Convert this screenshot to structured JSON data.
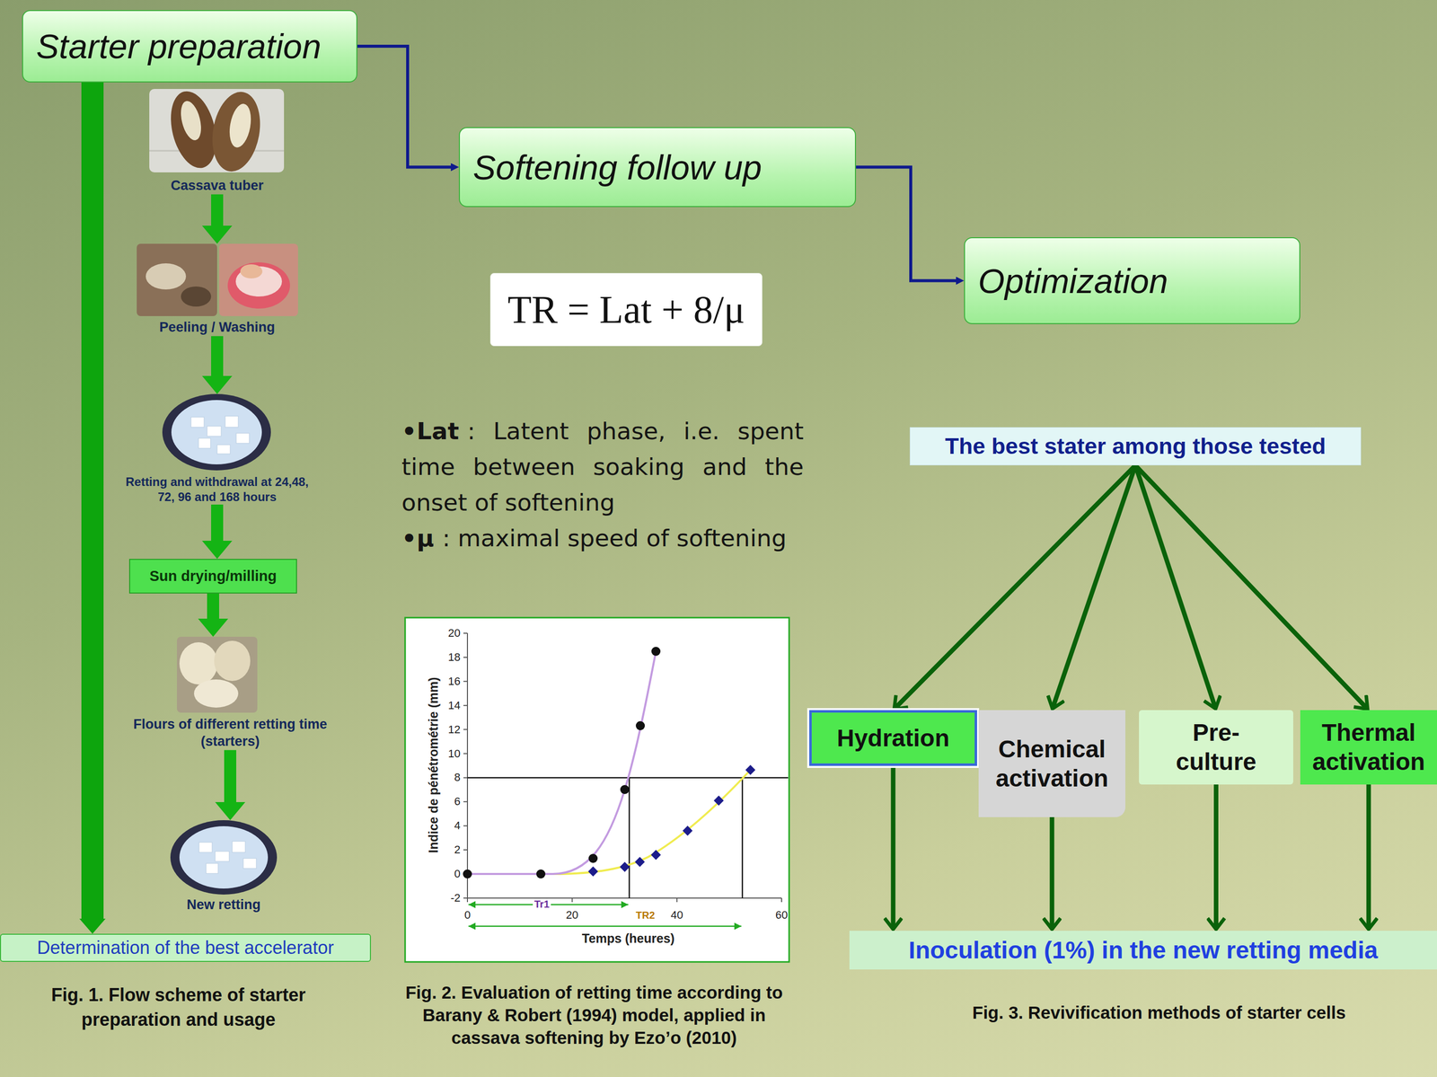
{
  "diagram": {
    "nodes": [
      {
        "text": [
          "Starter preparation"
        ]
      },
      {
        "text": [
          "Softening follow up"
        ]
      },
      {
        "text": [
          "Optimization"
        ]
      },
      {
        "text": [
          "TR = Lat + 8/μ"
        ]
      },
      {
        "text": [
          "Cassava tuber"
        ]
      },
      {
        "text": [
          "Peeling / Washing"
        ]
      },
      {
        "text": [
          "Retting and withdrawal at 24,48, 72, 96 and 168 hours"
        ]
      },
      {
        "text": [
          "Sun drying/milling"
        ]
      },
      {
        "text": [
          "Flours of different retting time (starters)"
        ]
      },
      {
        "text": [
          "New retting"
        ]
      },
      {
        "text": [
          "Determination of the best accelerator"
        ]
      },
      {
        "text": [
          "The best stater among those tested"
        ]
      },
      {
        "text": [
          "Hydration"
        ]
      },
      {
        "text": [
          "Chemical activation"
        ]
      },
      {
        "text": [
          "Pre-culture"
        ]
      },
      {
        "text": [
          "Thermal activation"
        ]
      },
      {
        "text": [
          "Inoculation (1%) in the new retting media"
        ]
      }
    ],
    "edges": [
      {
        "from": 0,
        "to": 1,
        "arrow": "to"
      },
      {
        "from": 1,
        "to": 2,
        "arrow": "to"
      },
      {
        "from": 0,
        "to": 10,
        "arrow": "to"
      },
      {
        "from": 4,
        "to": 5,
        "arrow": "to"
      },
      {
        "from": 5,
        "to": 6,
        "arrow": "to"
      },
      {
        "from": 6,
        "to": 7,
        "arrow": "to"
      },
      {
        "from": 7,
        "to": 8,
        "arrow": "to"
      },
      {
        "from": 8,
        "to": 9,
        "arrow": "to"
      },
      {
        "from": 11,
        "to": 12,
        "arrow": "to"
      },
      {
        "from": 11,
        "to": 13,
        "arrow": "to"
      },
      {
        "from": 11,
        "to": 14,
        "arrow": "to"
      },
      {
        "from": 11,
        "to": 15,
        "arrow": "to"
      },
      {
        "from": 12,
        "to": 16,
        "arrow": "to"
      },
      {
        "from": 13,
        "to": 16,
        "arrow": "to"
      },
      {
        "from": 14,
        "to": 16,
        "arrow": "to"
      },
      {
        "from": 15,
        "to": 16,
        "arrow": "to"
      }
    ],
    "labels": [
      "•Lat",
      ": Latent phase, i.e. spent time between soaking and the onset of softening",
      "•μ",
      ": maximal speed of softening",
      "20",
      "18",
      "16",
      "14",
      "12",
      "10",
      "8",
      "6",
      "4",
      "2",
      "0",
      "-2",
      "0",
      "20",
      "40",
      "60",
      "Indice de pénétrométrie (mm)",
      "Temps (heures)",
      "Tr1",
      "TR2",
      "Fig. 1. Flow scheme of starter preparation and usage",
      "Fig. 2. Evaluation of retting time according to Barany & Robert (1994) model, applied in cassava softening by Ezo’o (2010)",
      "Fig. 3. Revivification methods of starter cells"
    ]
  }
}
